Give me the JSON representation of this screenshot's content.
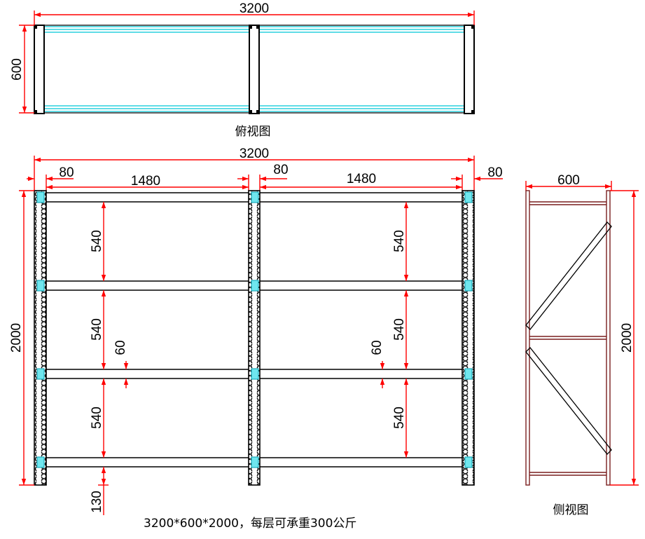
{
  "colors": {
    "dimension_line": "#ff0000",
    "beam_edge": "#00c8d7",
    "outline": "#000000",
    "side_frame": "#7a1f1f"
  },
  "top_view": {
    "caption": "俯视图",
    "width_label": "3200",
    "depth_label": "600"
  },
  "front_view": {
    "total_width_label": "3200",
    "post_width_left": "80",
    "post_width_middle": "80",
    "post_width_right": "80",
    "bay_width_left": "1480",
    "bay_width_right": "1480",
    "height_label": "2000",
    "level_spacing_labels": [
      "540",
      "540",
      "540"
    ],
    "beam_height_label": "60",
    "bottom_clearance_label": "130"
  },
  "side_view": {
    "caption": "侧视图",
    "depth_label": "600",
    "height_label": "2000"
  },
  "spec_note": "3200*600*2000，每层可承重300公斤"
}
